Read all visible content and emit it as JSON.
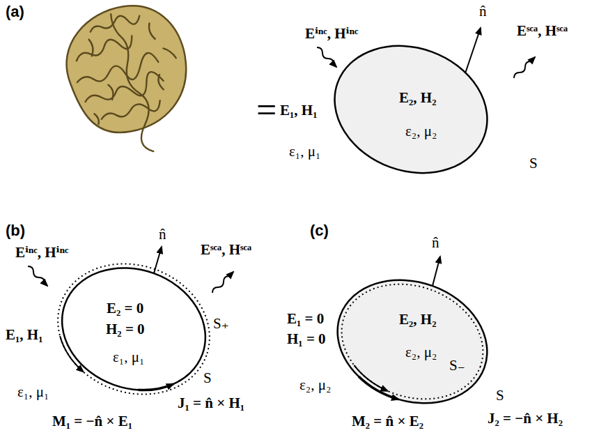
{
  "diagram": {
    "nodes": [
      {
        "text": [
          "E₂, H₂",
          "ε₂, μ₂"
        ]
      },
      {
        "text": [
          "E₂ = 0",
          "H₂ = 0",
          "ε₁, μ₁"
        ]
      },
      {
        "text": [
          "E₂, H₂",
          "ε₂, μ₂"
        ]
      }
    ],
    "labels": [
      "(a)",
      "=",
      "Eⁱⁿᶜ, Hⁱⁿᶜ",
      "n̂",
      "Eˢᶜᵃ, Hˢᶜᵃ",
      "E₁, H₁",
      "ε₁, μ₁",
      "S",
      "(b)",
      "Eⁱⁿᶜ, Hⁱⁿᶜ",
      "n̂",
      "Eˢᶜᵃ, Hˢᶜᵃ",
      "E₁, H₁",
      "S₊",
      "S",
      "ε₁, μ₁",
      "J₁ = n̂ × H₁",
      "M₁ = −n̂ × E₁",
      "(c)",
      "n̂",
      "E₁ = 0",
      "H₁ = 0",
      "ε₂, μ₂",
      "S₋",
      "S",
      "J₂ = −n̂ × H₂",
      "M₂ = n̂ × E₂"
    ]
  }
}
